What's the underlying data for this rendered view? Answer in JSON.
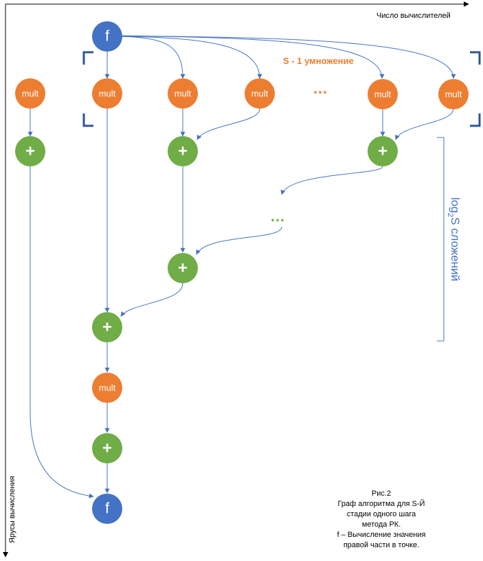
{
  "axes": {
    "x_label": "Число вычислителей",
    "y_label": "Ярусы вычисления"
  },
  "labels": {
    "mult_count": "S - 1 умножение",
    "log_prefix": "log",
    "log_sub": "2",
    "log_suffix": "S сложений",
    "dots_top": "…",
    "dots_middle": "…"
  },
  "nodes": {
    "f": "f",
    "mult": "mult",
    "plus": "+"
  },
  "caption": {
    "lines": [
      "Рис.2",
      "Граф алгоритма для  S-Й",
      "стадии одного шага",
      "метода РК.",
      "f – Вычисление значения",
      "правой части в точке."
    ]
  },
  "colors": {
    "f_node": "#4472C4",
    "mult_node": "#ED7D31",
    "plus_node": "#70AD47",
    "arrow": "#4472C4",
    "bracket": "#2F5597"
  }
}
